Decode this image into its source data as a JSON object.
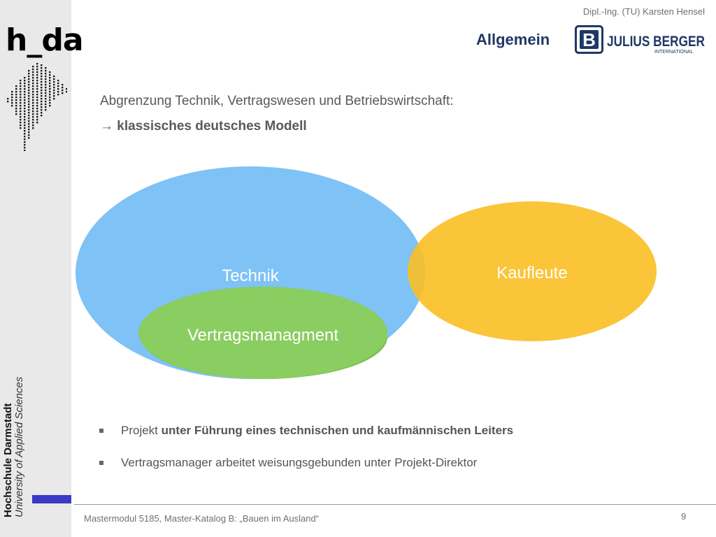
{
  "header": {
    "author": "Dipl.-Ing. (TU) Karsten Hensel",
    "section_title": "Allgemein",
    "partner_logo": {
      "name": "JULIUS BERGER",
      "sub": "INTERNATIONAL",
      "icon": "B"
    }
  },
  "sidebar": {
    "logo_text": "h_da",
    "university_name": "Hochschule Darmstadt",
    "university_subtitle": "University of Applied Sciences"
  },
  "content": {
    "heading": "Abgrenzung Technik, Vertragswesen und Betriebswirtschaft:",
    "subheading_arrow": "→",
    "subheading": "klassisches deutsches Modell"
  },
  "diagram": {
    "nodes": [
      {
        "id": "technik",
        "label": "Technik",
        "color": "#6cb9f5"
      },
      {
        "id": "kaufleute",
        "label": "Kaufleute",
        "color": "#fbbf24"
      },
      {
        "id": "vertragsmanagment",
        "label": "Vertragsmanagment",
        "color": "#8acd60"
      }
    ]
  },
  "bullets": [
    {
      "prefix": "Projekt ",
      "bold": "unter Führung eines technischen und kaufmännischen Leiters",
      "suffix": ""
    },
    {
      "prefix": "Vertragsmanager arbeitet weisungsgebunden unter Projekt-Direktor",
      "bold": "",
      "suffix": ""
    }
  ],
  "footer": {
    "text": "Mastermodul 5185, Master-Katalog B: „Bauen im Ausland“",
    "page_number": "9"
  }
}
